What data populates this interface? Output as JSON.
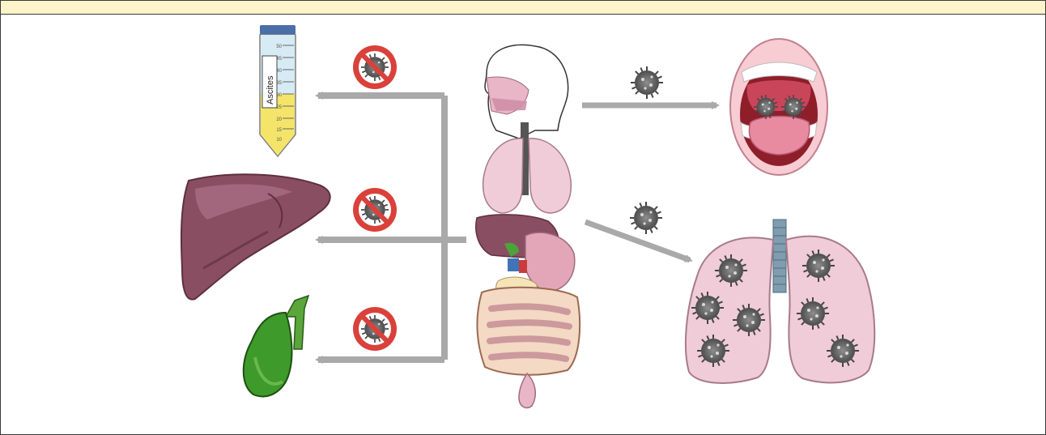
{
  "figure": {
    "tube_label": "Ascites",
    "tube_scale": [
      "50",
      "45",
      "40",
      "35",
      "30",
      "25",
      "20",
      "15",
      "10"
    ]
  },
  "colors": {
    "arrow": "#a9a9a9",
    "virus": "#5f5f5f",
    "no_virus_badge": "#d9413a",
    "lung_tissue": "#efccd8",
    "liver": "#8a4e63",
    "gallbladder": "#3e9a2a",
    "ascites_fluid": "#f4e56a"
  },
  "icons": {
    "virus": "coronavirus-icon",
    "no_virus": "no-virus-icon"
  }
}
